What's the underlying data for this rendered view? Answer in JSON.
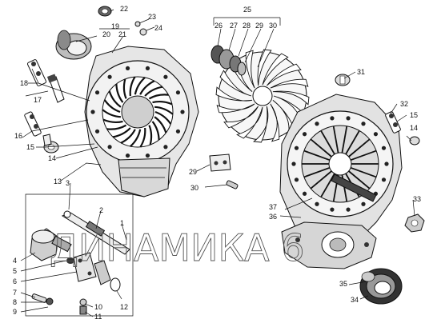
{
  "watermark": "ДИНАМИКА 6",
  "callouts": {
    "c1": "1",
    "c2": "2",
    "c3": "3",
    "c4": "4",
    "c5": "5",
    "c6": "6",
    "c7": "7",
    "c8": "8",
    "c9": "9",
    "c10": "10",
    "c11": "11",
    "c12": "12",
    "c13": "13",
    "c14": "14",
    "c15": "15",
    "c16": "16",
    "c17": "17",
    "c18": "18",
    "c19": "19",
    "c20": "20",
    "c21": "21",
    "c22": "22",
    "c23": "23",
    "c24": "24",
    "c25": "25",
    "c26": "26",
    "c27": "27",
    "c28": "28",
    "c29": "29",
    "c30": "30",
    "c31": "31",
    "c32": "32",
    "c33": "33",
    "c34": "34",
    "c35": "35",
    "c36": "36",
    "c37": "37",
    "c14b": "14",
    "c15b": "15",
    "c29b": "29",
    "c30b": "30"
  }
}
